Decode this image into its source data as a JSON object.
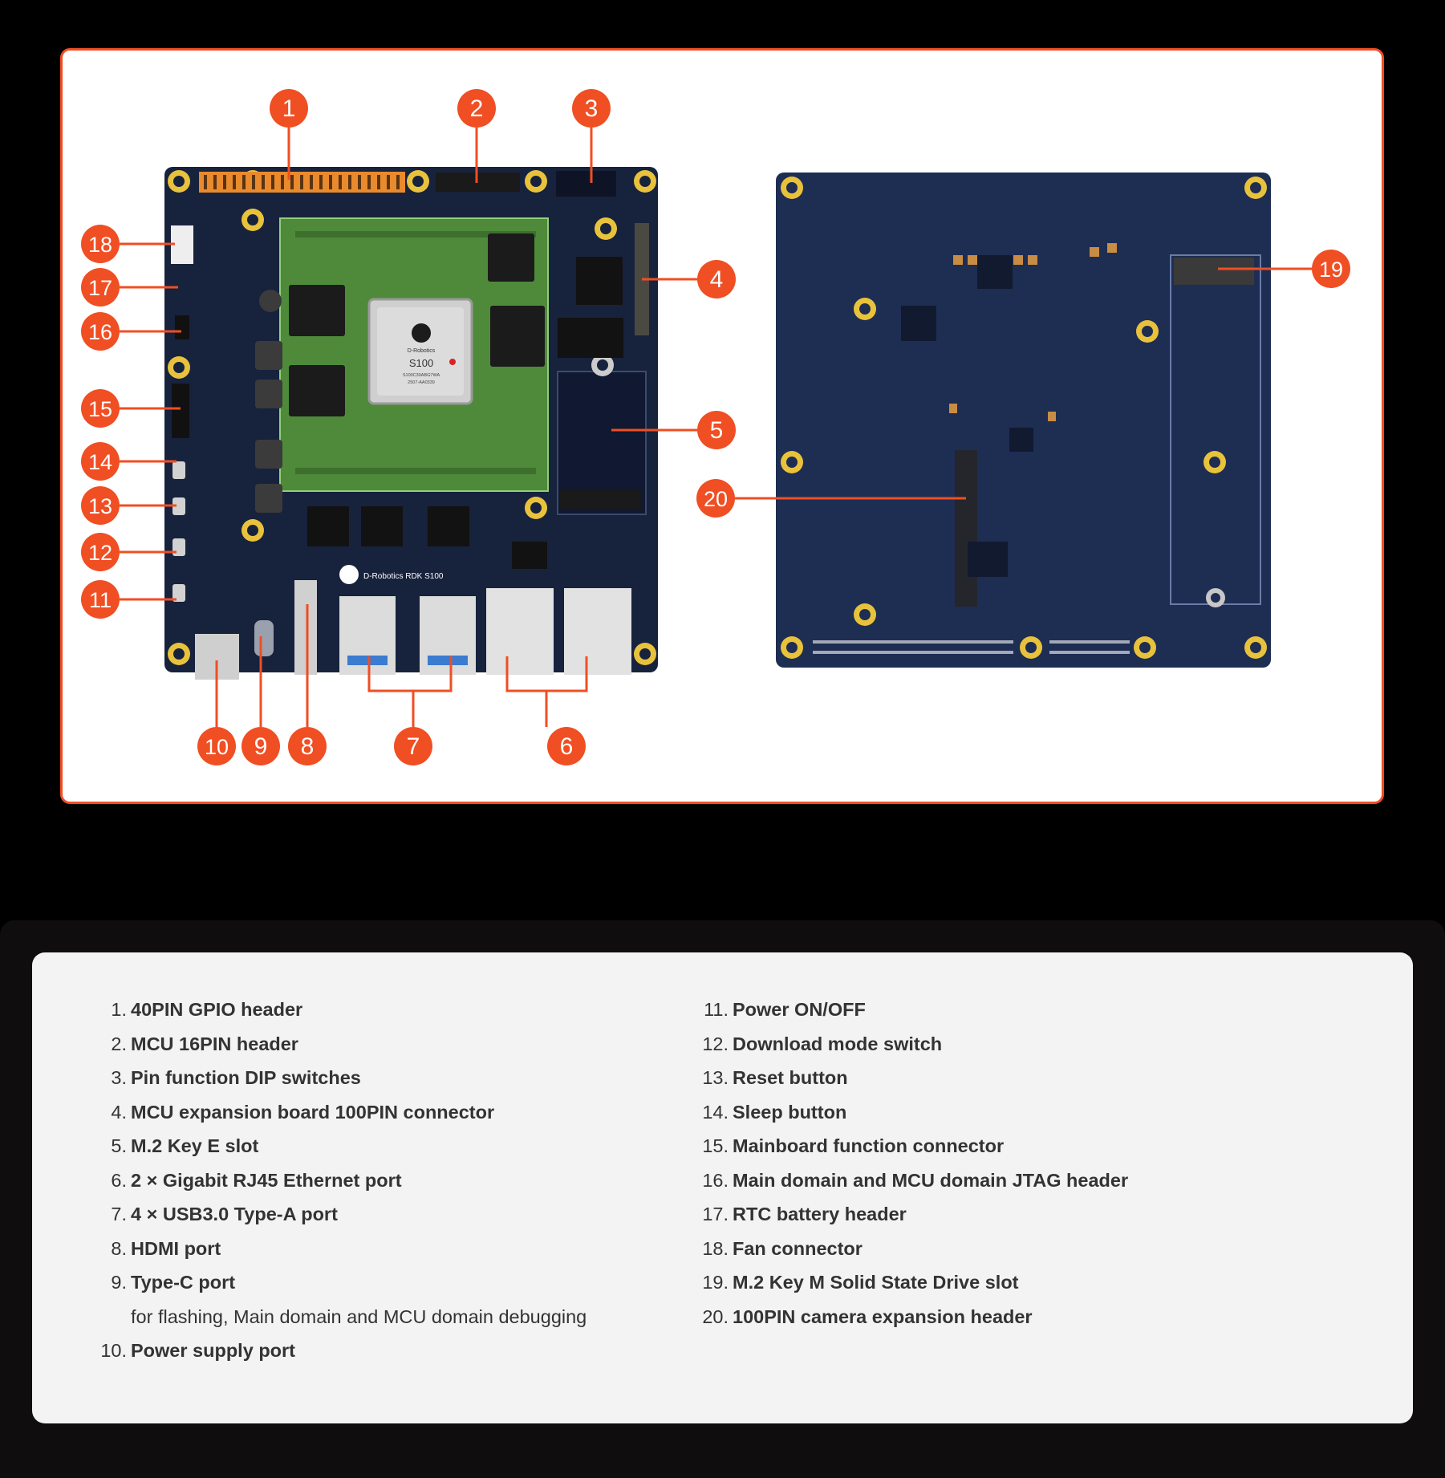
{
  "colors": {
    "accent": "#f04e23",
    "board": "#17223d",
    "board_back": "#1e2d52",
    "som_green": "#4e8a3a",
    "gold": "#e9c23b",
    "list_bg": "#f3f3f3",
    "text": "#333333"
  },
  "board_front": {
    "chip_brand": "D-Robotics",
    "chip_model": "S100",
    "chip_code_1": "S100C30ABG7WA",
    "chip_code_2": "2507-AA0339",
    "board_label": "D-Robotics  RDK S100"
  },
  "callouts": [
    "1",
    "2",
    "3",
    "4",
    "5",
    "6",
    "7",
    "8",
    "9",
    "10",
    "11",
    "12",
    "13",
    "14",
    "15",
    "16",
    "17",
    "18",
    "19",
    "20"
  ],
  "legend": {
    "left": [
      {
        "num": "1.",
        "text": "40PIN GPIO header"
      },
      {
        "num": "2.",
        "text": "MCU 16PIN header"
      },
      {
        "num": "3.",
        "text": "Pin function DIP switches"
      },
      {
        "num": "4.",
        "text": "MCU expansion board 100PIN connector"
      },
      {
        "num": "5.",
        "text": "M.2 Key E slot"
      },
      {
        "num": "6.",
        "text": "2 × Gigabit RJ45 Ethernet port"
      },
      {
        "num": "7.",
        "text": "4 × USB3.0 Type-A port"
      },
      {
        "num": "8.",
        "text": "HDMI port"
      },
      {
        "num": "9.",
        "text": "Type-C port"
      },
      {
        "num": "",
        "text": "for flashing, Main domain and MCU domain debugging",
        "sub": true
      },
      {
        "num": "10.",
        "text": "Power supply port"
      }
    ],
    "right": [
      {
        "num": "11.",
        "text": "Power ON/OFF"
      },
      {
        "num": "12.",
        "text": "Download mode switch"
      },
      {
        "num": "13.",
        "text": "Reset button"
      },
      {
        "num": "14.",
        "text": "Sleep button"
      },
      {
        "num": "15.",
        "text": "Mainboard function connector"
      },
      {
        "num": "16.",
        "text": "Main domain and MCU domain JTAG header"
      },
      {
        "num": "17.",
        "text": "RTC battery header"
      },
      {
        "num": "18.",
        "text": "Fan connector"
      },
      {
        "num": "19.",
        "text": "M.2 Key M Solid State Drive slot"
      },
      {
        "num": "20.",
        "text": "100PIN camera expansion header"
      }
    ]
  }
}
